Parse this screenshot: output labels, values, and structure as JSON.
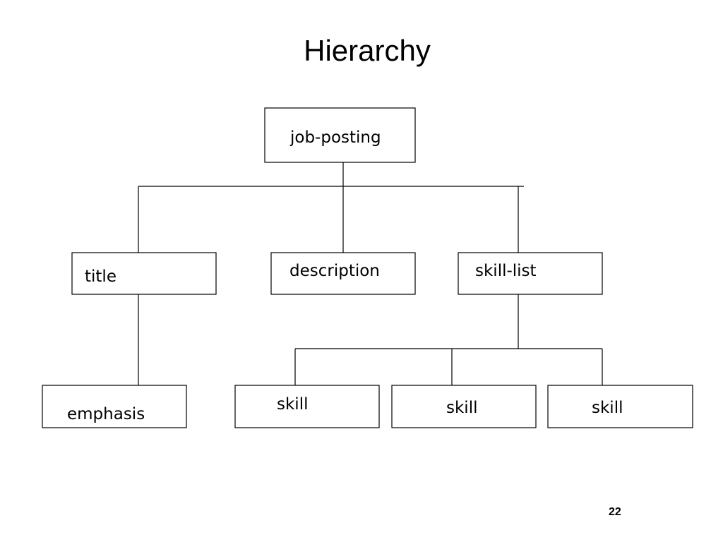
{
  "slide": {
    "title": "Hierarchy",
    "page_number": "22"
  },
  "tree": {
    "root": "job-posting",
    "children": [
      {
        "label": "title",
        "children": [
          "emphasis"
        ]
      },
      {
        "label": "description",
        "children": []
      },
      {
        "label": "skill-list",
        "children": [
          "skill",
          "skill",
          "skill"
        ]
      }
    ]
  },
  "nodes": {
    "job_posting": "job-posting",
    "title": "title",
    "description": "description",
    "skill_list": "skill-list",
    "emphasis": "emphasis",
    "skill_1": "skill",
    "skill_2": "skill",
    "skill_3": "skill"
  },
  "colors": {
    "background": "#ffffff",
    "line": "#000000",
    "text": "#000000"
  }
}
